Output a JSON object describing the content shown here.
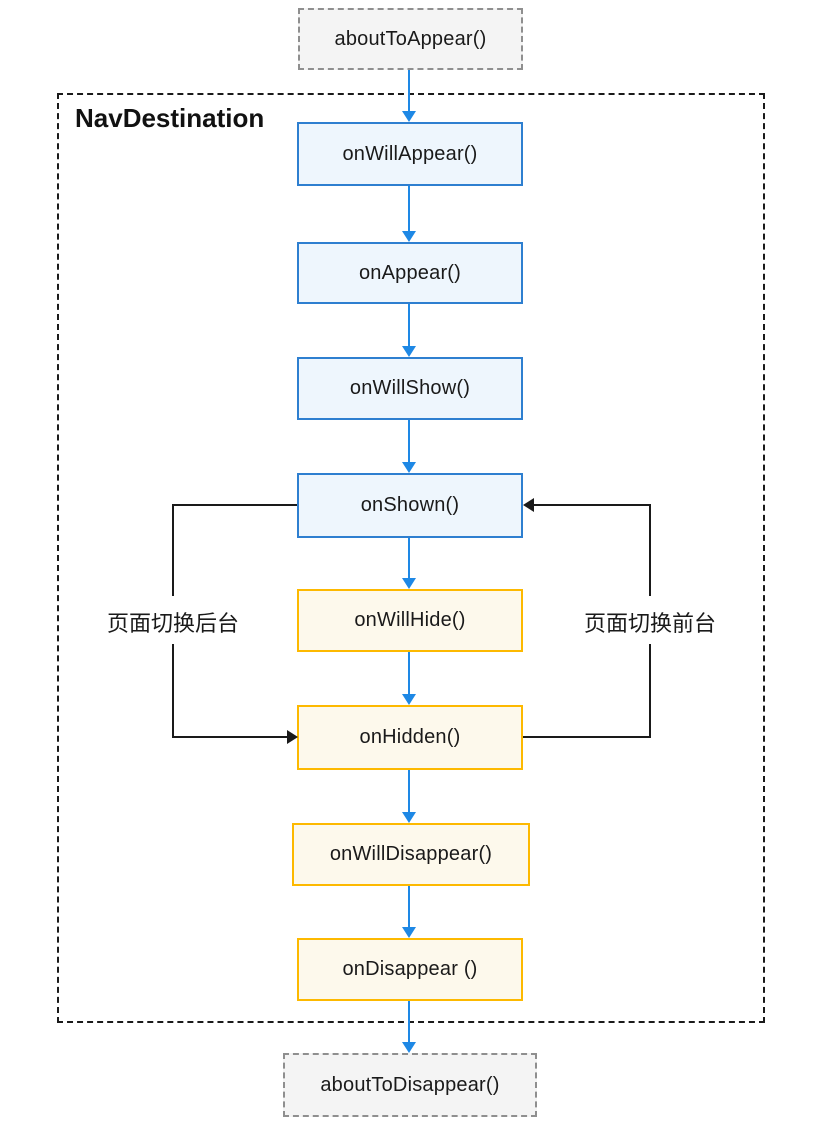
{
  "diagram": {
    "container_label": "NavDestination",
    "outer_top": {
      "label": "aboutToAppear()"
    },
    "outer_bottom": {
      "label": "aboutToDisappear()"
    },
    "nodes": [
      {
        "label": "onWillAppear()"
      },
      {
        "label": "onAppear()"
      },
      {
        "label": "onWillShow()"
      },
      {
        "label": "onShown()"
      },
      {
        "label": "onWillHide()"
      },
      {
        "label": "onHidden()"
      },
      {
        "label": "onWillDisappear()"
      },
      {
        "label": "onDisappear ()"
      }
    ],
    "branch_labels": {
      "left": "页面切换后台",
      "right": "页面切换前台"
    },
    "colors": {
      "show_phase_border": "#2e7fd0",
      "show_phase_fill": "#eef6fd",
      "hide_phase_border": "#fdb900",
      "hide_phase_fill": "#fdf9ec",
      "flow_arrow": "#1e88e5",
      "branch_line": "#1a1a1a",
      "external_fill": "#f4f4f4",
      "external_border": "#8f8f8f"
    }
  }
}
